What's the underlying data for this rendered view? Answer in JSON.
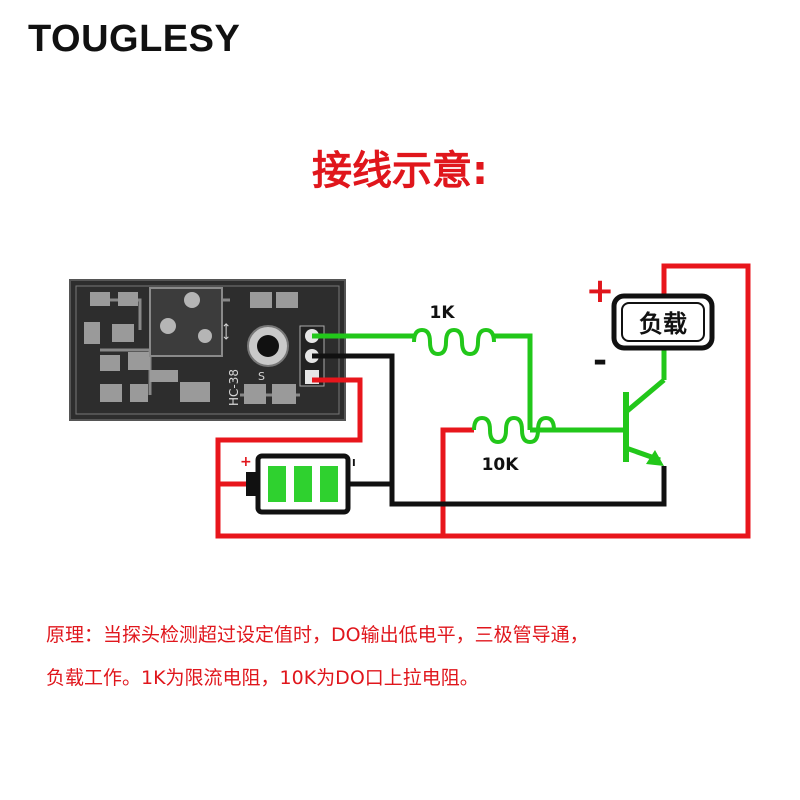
{
  "brand": "TOUGLESY",
  "title": "接线示意:",
  "labels": {
    "resistor_1": "1K",
    "resistor_2": "10K",
    "load": "负载",
    "plus": "+",
    "minus": "-",
    "battery_plus": "+",
    "battery_minus": "I",
    "board_model": "HC-38",
    "pin_s": "S"
  },
  "note": {
    "line1": "原理：当探头检测超过设定值时，DO输出低电平，三极管导通，",
    "line2": "负载工作。1K为限流电阻，10K为DO口上拉电阻。"
  },
  "colors": {
    "red_wire": "#e8161c",
    "green_wire": "#22c71a",
    "black_wire": "#111111",
    "battery_green": "#2fd12f",
    "text_red": "#e0161c"
  }
}
